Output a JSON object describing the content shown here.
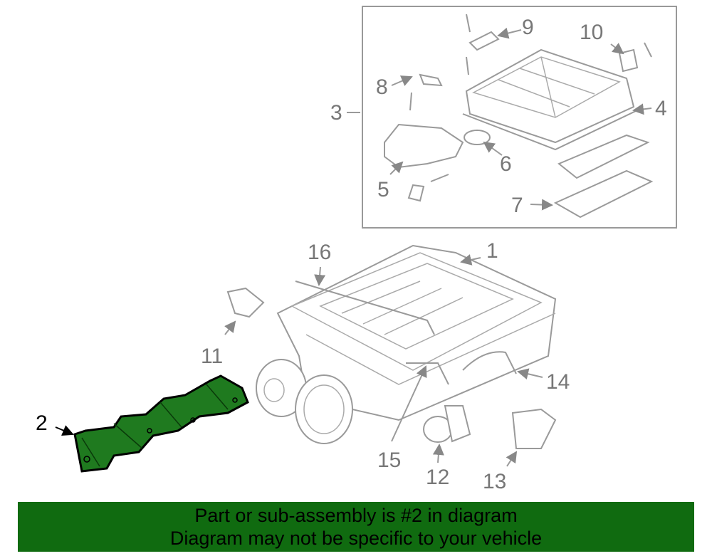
{
  "diagram": {
    "callouts": [
      "1",
      "2",
      "3",
      "4",
      "5",
      "6",
      "7",
      "8",
      "9",
      "10",
      "11",
      "12",
      "13",
      "14",
      "15",
      "16"
    ],
    "highlighted_part": "2",
    "highlight_color": "#1f7a1f"
  },
  "banner": {
    "line1": "Part or sub-assembly is #2 in diagram",
    "line2": "Diagram may not be specific to your vehicle",
    "background": "#106b10"
  }
}
